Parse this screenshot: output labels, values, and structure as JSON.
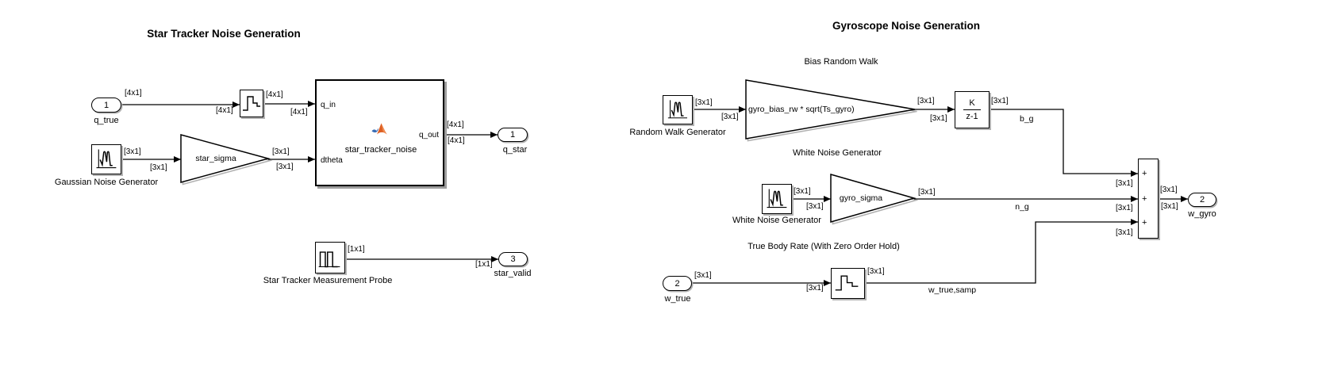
{
  "left": {
    "title": "Star Tracker Noise Generation",
    "inport_q_true": {
      "number": "1",
      "label": "q_true"
    },
    "outport_q_star": {
      "number": "1",
      "label": "q_star"
    },
    "outport_star_valid": {
      "number": "3",
      "label": "star_valid"
    },
    "gaussian_noise_generator": {
      "label": "Gaussian Noise Generator"
    },
    "star_sigma_gain": {
      "text": "star_sigma"
    },
    "matlab_function": {
      "name": "star_tracker_noise",
      "port_in1": "q_in",
      "port_in2": "dtheta",
      "port_out": "q_out"
    },
    "probe": {
      "label": "Star Tracker Measurement Probe"
    }
  },
  "right": {
    "title": "Gyroscope Noise Generation",
    "section_bias": "Bias Random Walk",
    "section_white": "White Noise Generator",
    "section_rate": "True Body Rate (With Zero Order Hold)",
    "random_walk_generator": {
      "label": "Random Walk Generator"
    },
    "bias_gain": {
      "text": "gyro_bias_rw * sqrt(Ts_gyro)"
    },
    "integrator": {
      "num": "K",
      "den": "z-1"
    },
    "white_noise_generator": {
      "label": "White Noise Generator"
    },
    "gyro_sigma_gain": {
      "text": "gyro_sigma"
    },
    "inport_w_true": {
      "number": "2",
      "label": "w_true"
    },
    "outport_w_gyro": {
      "number": "2",
      "label": "w_gyro"
    },
    "sum": {
      "sign1": "+",
      "sign2": "+",
      "sign3": "+"
    },
    "signal_names": {
      "b_g": "b_g",
      "n_g": "n_g",
      "w_true_samp": "w_true,samp"
    }
  },
  "dims": {
    "q_true_out_a": "[4x1]",
    "zoh1_in_b": "[4x1]",
    "zoh1_out_a": "[4x1]",
    "qin_in_b": "[4x1]",
    "gauss_out_a": "[3x1]",
    "sigma_in_b": "[3x1]",
    "sigma_out_a": "[3x1]",
    "dtheta_in_b": "[3x1]",
    "qout_out_a": "[4x1]",
    "qstar_in_b": "[4x1]",
    "probe_out_a": "[1x1]",
    "valid_in_b": "[1x1]",
    "rwg_out_a": "[3x1]",
    "bias_in_b": "[3x1]",
    "bias_out_a": "[3x1]",
    "int_in_b": "[3x1]",
    "int_out_a": "[3x1]",
    "sum1_in_b": "[3x1]",
    "wng_out_a": "[3x1]",
    "gsigma_in_b": "[3x1]",
    "gsigma_out_a": "[3x1]",
    "sum2_in_b": "[3x1]",
    "wtrue_out_a": "[3x1]",
    "zoh2_in_b": "[3x1]",
    "zoh2_out_a": "[3x1]",
    "sum3_in_b": "[3x1]",
    "sum_out_a": "[3x1]",
    "wgyro_in_b": "[3x1]"
  }
}
